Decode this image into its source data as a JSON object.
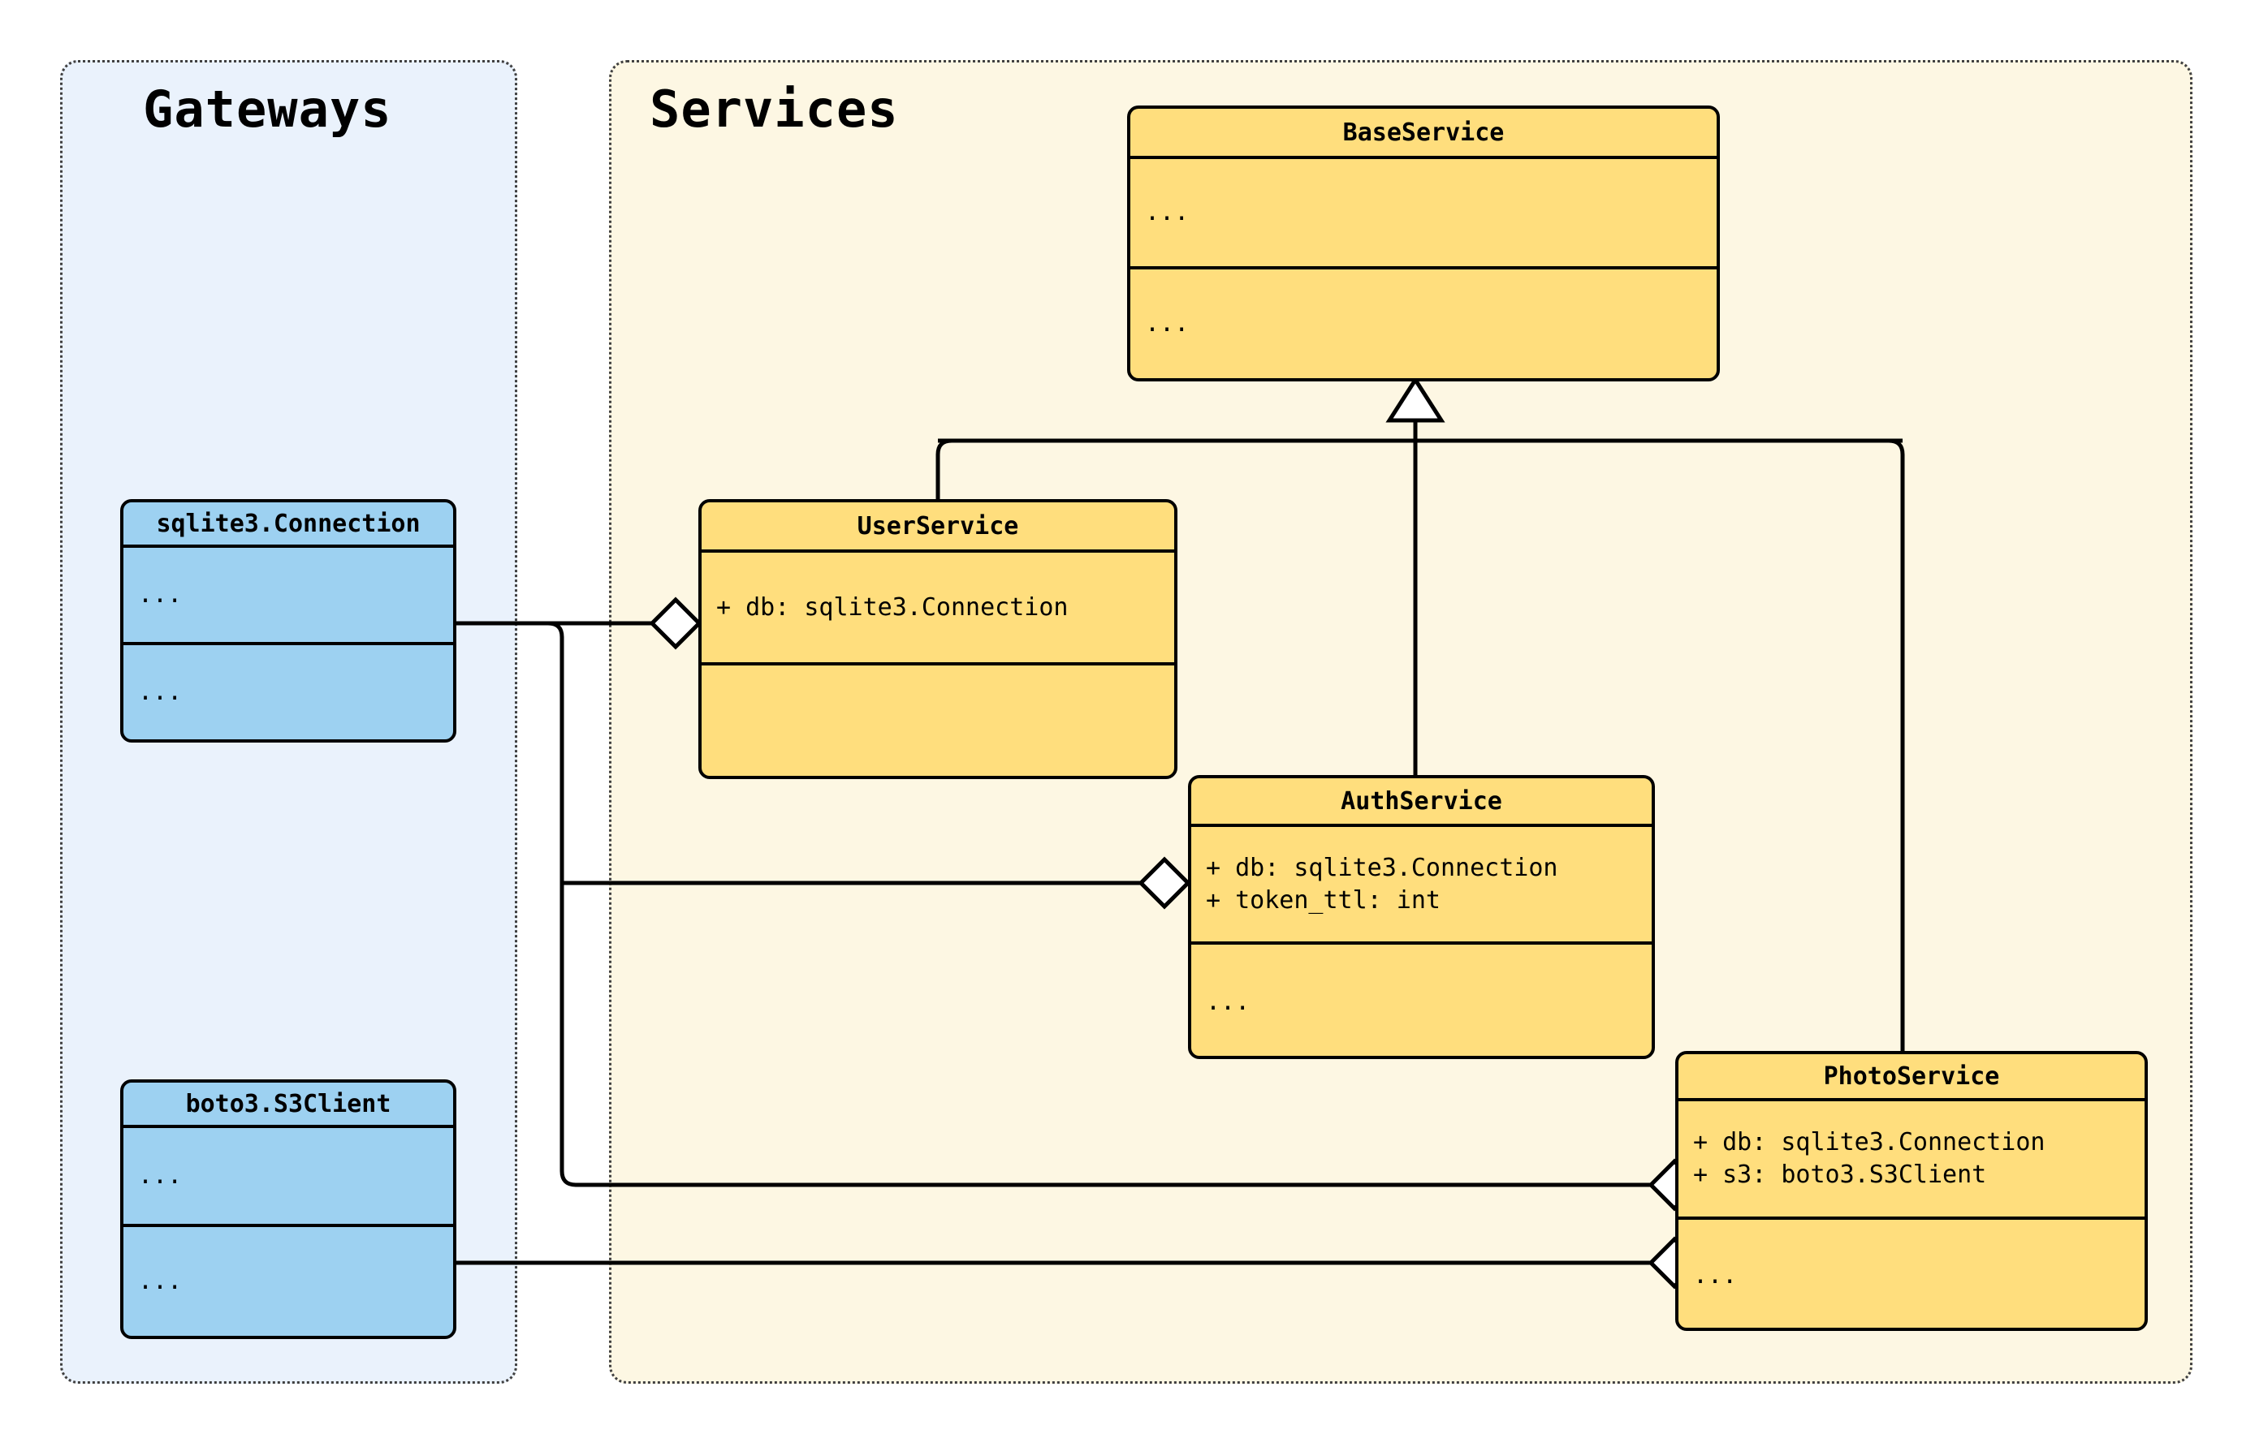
{
  "diagram": {
    "type": "uml-class-diagram",
    "background": "#ffffff"
  },
  "packages": [
    {
      "key": "gateways",
      "title": "Gateways",
      "fill": "#eaf2fc",
      "border": "#404040"
    },
    {
      "key": "services",
      "title": "Services",
      "fill": "#fdf7e3",
      "border": "#404040"
    }
  ],
  "classes": [
    {
      "key": "base_service",
      "name": "BaseService",
      "package": "services",
      "fill": "#ffde7d",
      "attributes": "...",
      "operations": "..."
    },
    {
      "key": "user_service",
      "name": "UserService",
      "package": "services",
      "fill": "#ffde7d",
      "attributes": "+ db: sqlite3.Connection",
      "operations": ""
    },
    {
      "key": "auth_service",
      "name": "AuthService",
      "package": "services",
      "fill": "#ffde7d",
      "attributes": "+ db: sqlite3.Connection\n+ token_ttl: int",
      "operations": "..."
    },
    {
      "key": "photo_service",
      "name": "PhotoService",
      "package": "services",
      "fill": "#ffde7d",
      "attributes": "+ db: sqlite3.Connection\n+ s3: boto3.S3Client",
      "operations": "..."
    },
    {
      "key": "sqlite3_connection",
      "name": "sqlite3.Connection",
      "package": "gateways",
      "fill": "#9dd1f1",
      "attributes": "...",
      "operations": "..."
    },
    {
      "key": "boto3_s3client",
      "name": "boto3.S3Client",
      "package": "gateways",
      "fill": "#9dd1f1",
      "attributes": "...",
      "operations": "..."
    }
  ],
  "relationships": [
    {
      "key": "user_inherits_base",
      "kind": "inheritance",
      "from": "UserService",
      "to": "BaseService",
      "marker": "hollow-triangle"
    },
    {
      "key": "auth_inherits_base",
      "kind": "inheritance",
      "from": "AuthService",
      "to": "BaseService",
      "marker": "hollow-triangle"
    },
    {
      "key": "photo_inherits_base",
      "kind": "inheritance",
      "from": "PhotoService",
      "to": "BaseService",
      "marker": "hollow-triangle"
    },
    {
      "key": "user_has_db",
      "kind": "aggregation",
      "from": "UserService",
      "to": "sqlite3.Connection",
      "marker": "hollow-diamond"
    },
    {
      "key": "auth_has_db",
      "kind": "aggregation",
      "from": "AuthService",
      "to": "sqlite3.Connection",
      "marker": "hollow-diamond"
    },
    {
      "key": "photo_has_db",
      "kind": "aggregation",
      "from": "PhotoService",
      "to": "sqlite3.Connection",
      "marker": "hollow-diamond"
    },
    {
      "key": "photo_has_s3",
      "kind": "aggregation",
      "from": "PhotoService",
      "to": "boto3.S3Client",
      "marker": "hollow-diamond"
    }
  ]
}
